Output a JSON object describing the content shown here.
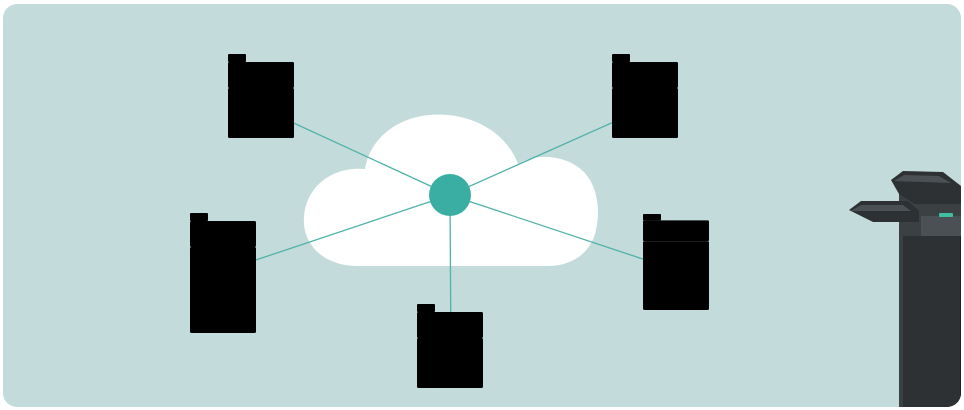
{
  "diagram": {
    "hub": "cloud",
    "nodes": [
      {
        "id": "printer-top-left",
        "icon": "printer-icon"
      },
      {
        "id": "printer-top-right",
        "icon": "printer-icon"
      },
      {
        "id": "printer-mid-left",
        "icon": "printer-icon"
      },
      {
        "id": "printer-mid-right",
        "icon": "printer-icon"
      },
      {
        "id": "printer-bottom",
        "icon": "printer-icon"
      }
    ],
    "device": "finisher-unit",
    "colors": {
      "background": "#c3dbda",
      "cloud": "#ffffff",
      "accent": "#3aaea3",
      "outline": "#4f7a7e",
      "device": "#2d3133"
    }
  }
}
